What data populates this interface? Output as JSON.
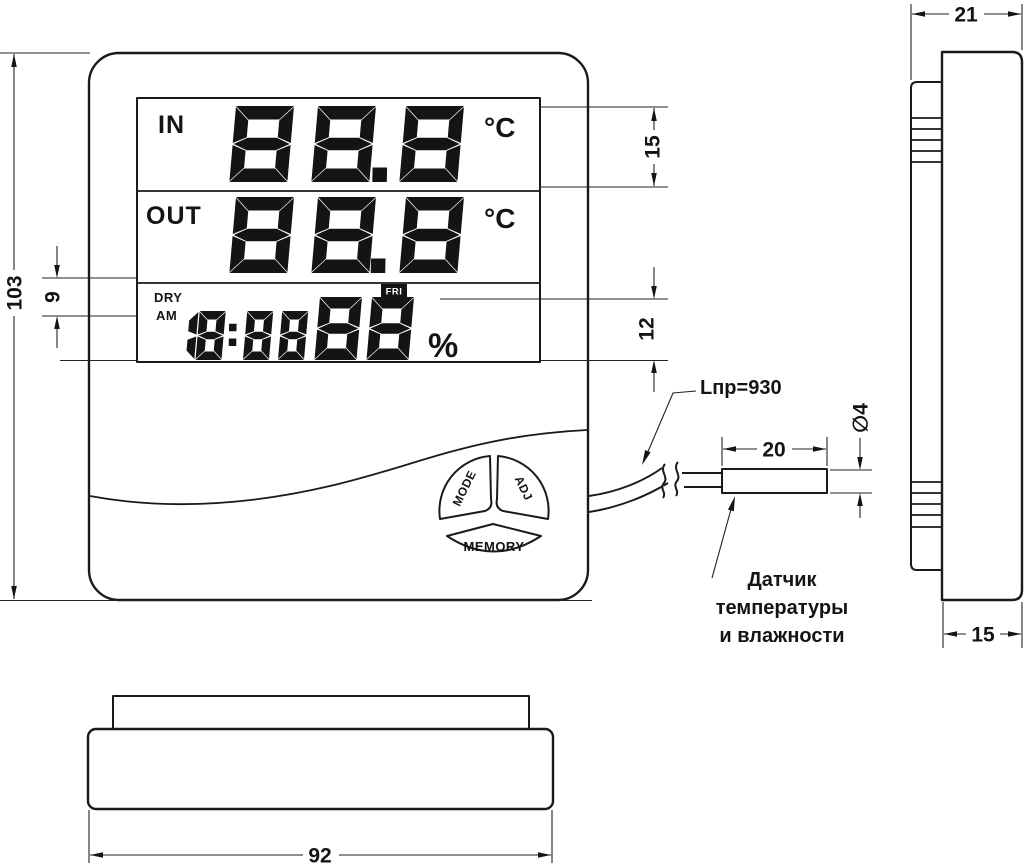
{
  "device": {
    "lcd": {
      "in_label": "IN",
      "in_value": "88.8",
      "in_unit": "°C",
      "out_label": "OUT",
      "out_value": "88.8",
      "out_unit": "°C",
      "dry_label": "DRY",
      "am_label": "AM",
      "fri_label": "FRI",
      "time_value": "18:88",
      "humidity_value": "88",
      "humidity_unit": "%"
    },
    "buttons": {
      "mode": "MODE",
      "adj": "ADJ",
      "memory": "MEMORY"
    }
  },
  "dimensions": {
    "front_height": "103",
    "lcd_row_in": "15",
    "lcd_row_bottom": "12",
    "lcd_row_small": "9",
    "side_depth_top": "21",
    "side_depth_bottom": "15",
    "bottom_width": "92",
    "probe_length": "20",
    "probe_diameter": "∅4"
  },
  "annotations": {
    "cable_length": "Lпр=930",
    "sensor_label_line1": "Датчик",
    "sensor_label_line2": "температуры",
    "sensor_label_line3": "и влажности"
  }
}
